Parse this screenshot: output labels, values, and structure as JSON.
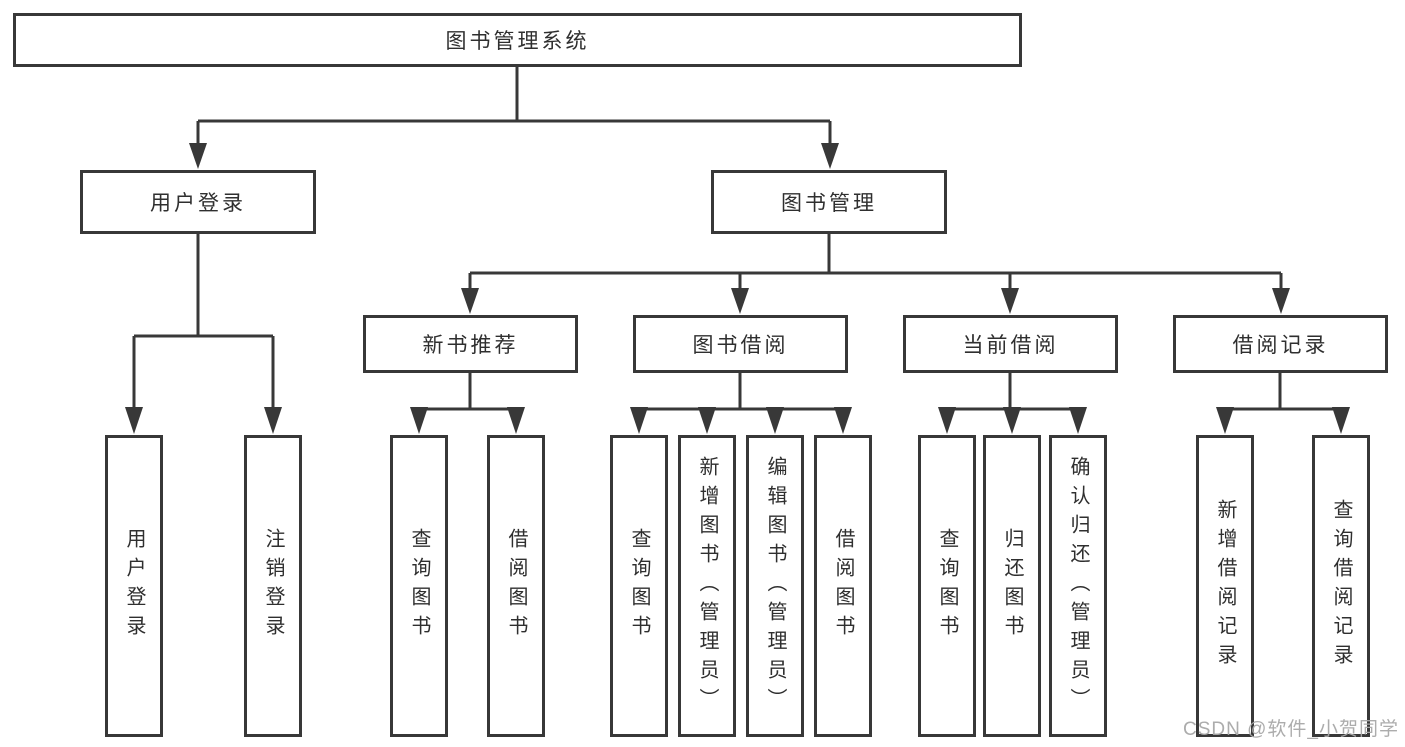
{
  "root": "图书管理系统",
  "level2": {
    "user_login": "用户登录",
    "book_management": "图书管理"
  },
  "level3": {
    "new_books": "新书推荐",
    "book_borrowing": "图书借阅",
    "current_borrowing": "当前借阅",
    "borrow_records": "借阅记录"
  },
  "leaves": {
    "user_login": [
      "用户登录",
      "注销登录"
    ],
    "new_books": [
      "查询图书",
      "借阅图书"
    ],
    "book_borrowing": [
      "查询图书",
      "新增图书（管理员）",
      "编辑图书（管理员）",
      "借阅图书"
    ],
    "current_borrowing": [
      "查询图书",
      "归还图书",
      "确认归还（管理员）"
    ],
    "borrow_records": [
      "新增借阅记录",
      "查询借阅记录"
    ]
  },
  "watermark": "CSDN @软件_小贺同学",
  "colors": {
    "line": "#383838",
    "text": "#2f2f2f",
    "watermark": "#a8a8a8",
    "background": "#ffffff"
  }
}
